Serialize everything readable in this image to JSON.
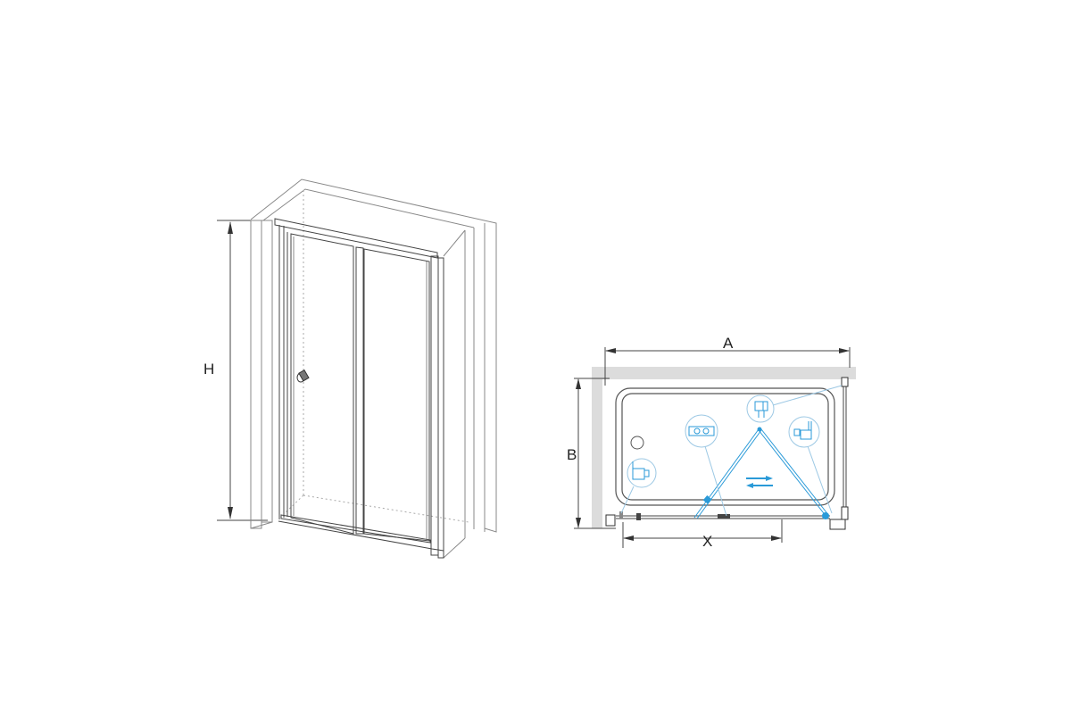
{
  "elevation_view": {
    "dimension_height_label": "H"
  },
  "plan_view": {
    "dimension_width_label": "A",
    "dimension_depth_label": "B",
    "dimension_opening_label": "X"
  },
  "colors": {
    "accent_blue": "#2a9ad8",
    "wall_gray": "#dcdcdc",
    "line": "#444444"
  }
}
